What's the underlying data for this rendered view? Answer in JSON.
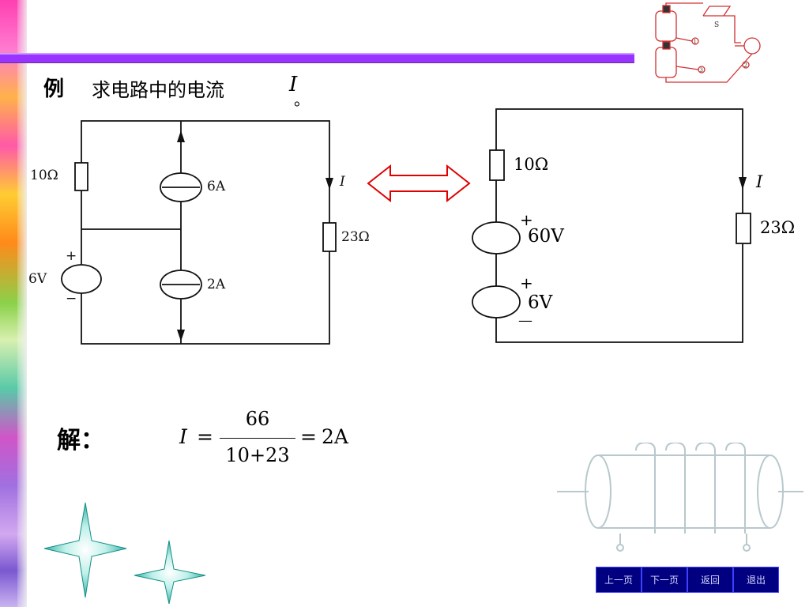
{
  "example": {
    "label": "例",
    "question": "求电路中的电流",
    "var_symbol": "I",
    "period": "。"
  },
  "circuit_left": {
    "r1": "10Ω",
    "src_current_1": "6A",
    "src_voltage": "6V",
    "src_current_2": "2A",
    "current_label": "I",
    "r_load": "23Ω",
    "plus": "+",
    "minus": "−"
  },
  "circuit_right": {
    "r1": "10Ω",
    "v1": "60V",
    "v2": "6V",
    "current_label": "I",
    "r_load": "23Ω",
    "plus1": "+",
    "plus2": "+",
    "minus": "—"
  },
  "solution": {
    "label": "解：",
    "lhs": "I",
    "eq1": "=",
    "numerator": "66",
    "denominator": "10+23",
    "eq2": "=",
    "result": "2A"
  },
  "thumbnail": {
    "switch_label": "S",
    "mark_1": "1",
    "mark_2": "2",
    "mark_3": "3"
  },
  "nav": {
    "prev": "上一页",
    "next": "下一页",
    "back": "返回",
    "exit": "退出"
  },
  "colors": {
    "nav_bg": "#000080",
    "top_bar": "#9933ff",
    "arrow": "#e00000",
    "star": "#2bb3a8"
  }
}
